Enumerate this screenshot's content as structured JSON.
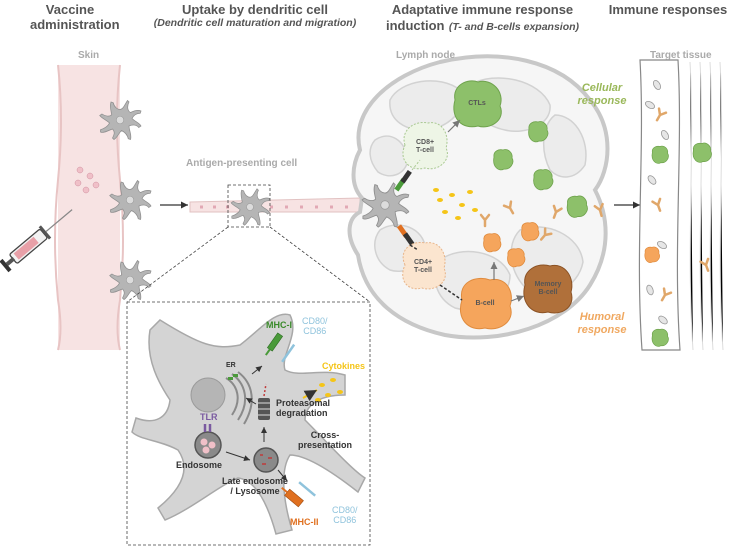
{
  "headers": {
    "vaccine": [
      "Vaccine",
      "administration"
    ],
    "uptake_title": "Uptake by dendritic cell",
    "uptake_sub": "(Dendritic cell maturation and migration)",
    "adaptive_title": [
      "Adaptative immune response",
      "induction"
    ],
    "adaptive_sub": "(T- and B-cells expansion)",
    "immune": "Immune responses"
  },
  "labels": {
    "skin": "Skin",
    "apc": "Antigen-presenting cell",
    "lymph_node": "Lymph node",
    "target_tissue": "Target tissue",
    "cellular": [
      "Cellular",
      "response"
    ],
    "humoral": [
      "Humoral",
      "response"
    ],
    "ctls": "CTLs",
    "cd8": [
      "CD8+",
      "T-cell"
    ],
    "cd4": [
      "CD4+",
      "T-cell"
    ],
    "bcell": "B-cell",
    "memory": [
      "Memory",
      "B-cell"
    ]
  },
  "inset": {
    "er": "ER",
    "mhc1": "MHC-I",
    "cd80_top": [
      "CD80/",
      "CD86"
    ],
    "cytokines": "Cytokines",
    "proteasomal": [
      "Proteasomal",
      "degradation"
    ],
    "tlr": "TLR",
    "cross": [
      "Cross-",
      "presentation"
    ],
    "endosome": "Endosome",
    "late_endosome": [
      "Late endosome",
      "/ Lysosome"
    ],
    "mhc2": "MHC-II",
    "cd80_bottom": [
      "CD80/",
      "CD86"
    ]
  },
  "colors": {
    "green": "#8dc06a",
    "orange": "#f5a55c",
    "brown": "#b0703a",
    "cell_grey": "#c8c8c8",
    "mhc1_green": "#4a9a3a",
    "cd80_blue": "#8fc3dc",
    "tlr_purple": "#7a5aa0",
    "mhc2_orange": "#e07020"
  }
}
